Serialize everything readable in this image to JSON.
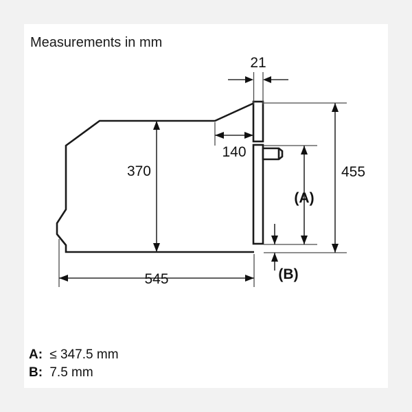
{
  "title": "Measurements in mm",
  "units": "mm",
  "dimensions": {
    "depth_door_thickness": "21",
    "cavity_height": "370",
    "cavity_top_offset": "140",
    "total_height": "455",
    "total_depth": "545",
    "a_marker": "(A)",
    "b_marker": "(B)"
  },
  "legend": [
    {
      "key": "A:",
      "value": "≤ 347.5 mm"
    },
    {
      "key": "B:",
      "value": "7.5 mm"
    }
  ],
  "colors": {
    "background": "#f2f2f2",
    "panel": "#ffffff",
    "line": "#1a1a1a",
    "dimension": "#2b2b2b",
    "extension": "#4a4a4a"
  }
}
